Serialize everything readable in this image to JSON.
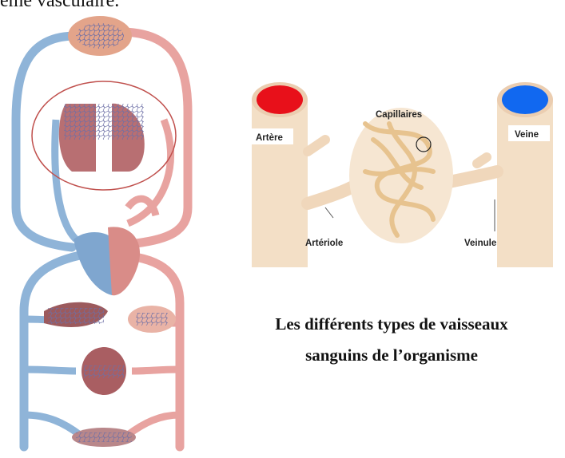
{
  "header": {
    "fragment_text": "ème vasculaire."
  },
  "labels": {
    "artery": "Artère",
    "vein": "Veine",
    "capillaries": "Capillaires",
    "arteriole": "Artériole",
    "venule": "Veinule"
  },
  "caption": {
    "line1": "Les différents types de vaisseaux",
    "line2": "sanguins de l’organisme"
  },
  "colors": {
    "oxygenated": "#e8a3a0",
    "deoxygenated": "#8fb4d8",
    "artery_lumen": "#e8101a",
    "vein_lumen": "#1168f0",
    "vessel_wall": "#f3dfc6",
    "capillary": "#e7c38f",
    "highlight_ring": "#c0504d"
  },
  "icons": [
    "circulatory-system-illustration",
    "blood-vessel-network-illustration"
  ]
}
